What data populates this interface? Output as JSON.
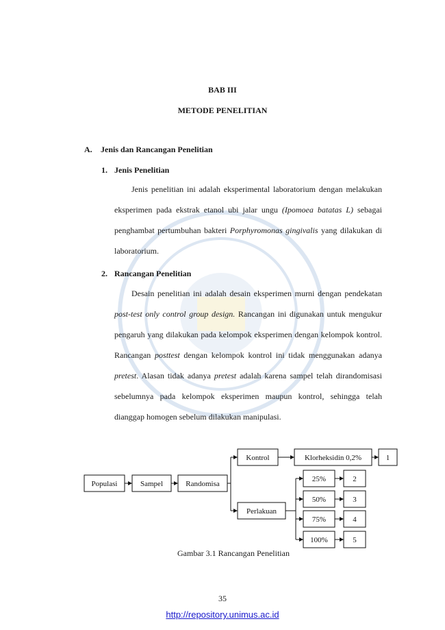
{
  "chapter": {
    "number": "BAB III",
    "title": "METODE PENELITIAN"
  },
  "section_a": {
    "marker": "A.",
    "title": "Jenis dan Rancangan Penelitian"
  },
  "sub1": {
    "marker": "1.",
    "title": "Jenis Penelitian",
    "p1": "Jenis penelitian ini adalah eksperimental laboratorium dengan melakukan eksperimen pada ekstrak etanol ubi jalar ungu ",
    "p1_italic": "(Ipomoea batatas L)",
    "p2": " sebagai penghambat pertumbuhan bakteri ",
    "p2_italic": "Porphyromonas gingivalis",
    "p3": " yang dilakukan di laboratorium."
  },
  "sub2": {
    "marker": "2.",
    "title": "Rancangan Penelitian",
    "t1": "Desain penelitian ini adalah desain eksperimen murni dengan pendekatan ",
    "t1_italic": "post-test only control group design.",
    "t2": " Rancangan ini digunakan untuk mengukur pengaruh yang dilakukan pada kelompok eksperimen dengan kelompok kontrol. Rancangan ",
    "t2_italic": "posttest",
    "t3": " dengan kelompok kontrol ini tidak menggunakan adanya ",
    "t3_italic": "pretest",
    "t4": ". Alasan tidak adanya ",
    "t4_italic": "pretest",
    "t5": " adalah karena sampel telah dirandomisasi sebelumnya pada kelompok eksperimen maupun kontrol, sehingga telah dianggap homogen sebelum dilakukan manipulasi."
  },
  "diagram": {
    "populasi": "Populasi",
    "sampel": "Sampel",
    "randomisa": "Randomisa",
    "kontrol": "Kontrol",
    "klorheksidin": "Klorheksidin 0,2%",
    "k_num": "1",
    "perlakuan": "Perlakuan",
    "doses": [
      "25%",
      "50%",
      "75%",
      "100%"
    ],
    "dose_nums": [
      "2",
      "3",
      "4",
      "5"
    ]
  },
  "caption": "Gambar 3.1 Rancangan Penelitian",
  "page_number": "35",
  "footer_url": "http://repository.unimus.ac.id",
  "watermark": {
    "name": "unimus-seal-watermark",
    "color": "#2b6cb0"
  }
}
